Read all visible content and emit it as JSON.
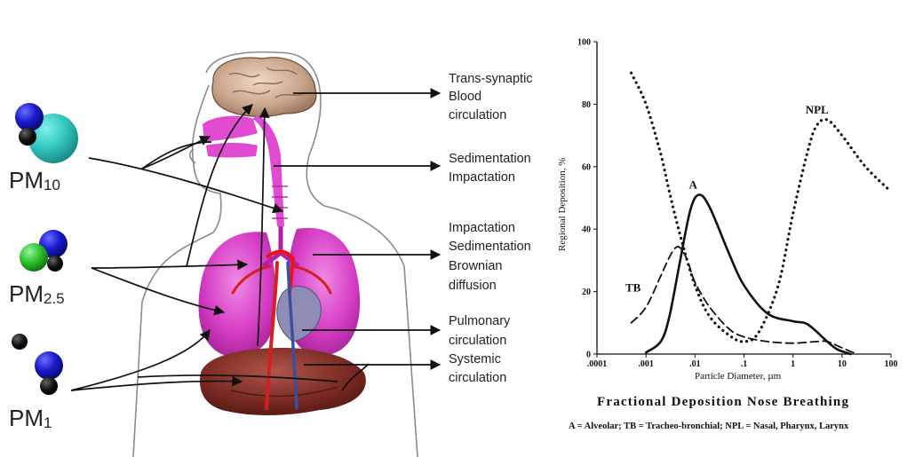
{
  "particles": [
    {
      "main": "PM",
      "sub": "10"
    },
    {
      "main": "PM",
      "sub": "2.5"
    },
    {
      "main": "PM",
      "sub": "1"
    }
  ],
  "mechanisms": [
    {
      "lines": [
        "Trans-synaptic",
        "Blood",
        "circulation"
      ]
    },
    {
      "lines": [
        "Sedimentation",
        "Impactation"
      ]
    },
    {
      "lines": [
        "Impactation",
        "Sedimentation",
        "Brownian",
        "diffusion"
      ]
    },
    {
      "lines": [
        "Pulmonary",
        "circulation"
      ]
    },
    {
      "lines": [
        "Systemic",
        "circulation"
      ]
    }
  ],
  "colors": {
    "airway": "#e04bd2",
    "lung": "#d53cc4",
    "brain": "#c8a58a",
    "liver": "#7a2a22",
    "pm10_large": "#33c9c0",
    "pm_blue": "#1a1acc",
    "pm25_green": "#2ec22e",
    "pm_black": "#111111"
  },
  "chart_data": {
    "type": "line",
    "xlabel": "Particle Diameter, µm",
    "ylabel": "Regional Deposition, %",
    "x_scale": "log",
    "xlim": [
      0.0001,
      100
    ],
    "ylim": [
      0,
      100
    ],
    "x_ticks": [
      ".0001",
      ".001",
      ".01",
      ".1",
      "1",
      "10",
      "100"
    ],
    "y_ticks": [
      "0",
      "20",
      "40",
      "60",
      "80",
      "100"
    ],
    "series": [
      {
        "name": "A",
        "style": "solid",
        "x": [
          0.001,
          0.002,
          0.003,
          0.005,
          0.008,
          0.012,
          0.02,
          0.05,
          0.1,
          0.3,
          1,
          2,
          5,
          8,
          15
        ],
        "y": [
          0.5,
          4,
          12,
          30,
          46,
          51,
          47,
          32,
          22,
          13,
          10.5,
          9.5,
          4,
          1.5,
          0
        ]
      },
      {
        "name": "TB",
        "style": "dashed",
        "x": [
          0.0005,
          0.001,
          0.002,
          0.003,
          0.004,
          0.005,
          0.007,
          0.01,
          0.02,
          0.05,
          0.1,
          0.3,
          1,
          3,
          5,
          10,
          20
        ],
        "y": [
          10,
          15,
          25,
          31,
          34,
          34,
          30,
          23,
          15,
          8,
          5.5,
          4,
          3.5,
          4,
          4,
          2,
          0
        ]
      },
      {
        "name": "NPL",
        "style": "dotted",
        "x": [
          0.0005,
          0.001,
          0.002,
          0.003,
          0.005,
          0.01,
          0.02,
          0.05,
          0.1,
          0.2,
          0.5,
          1,
          2,
          3,
          5,
          10,
          30,
          100
        ],
        "y": [
          90,
          80,
          64,
          52,
          38,
          22,
          12,
          6,
          4,
          7,
          22,
          45,
          65,
          73,
          75,
          70,
          60,
          52
        ]
      }
    ],
    "caption": [
      "Fractional Deposition Nose Breathing",
      "A = Alveolar; TB = Tracheo-bronchial; NPL = Nasal, Pharynx, Larynx"
    ]
  }
}
